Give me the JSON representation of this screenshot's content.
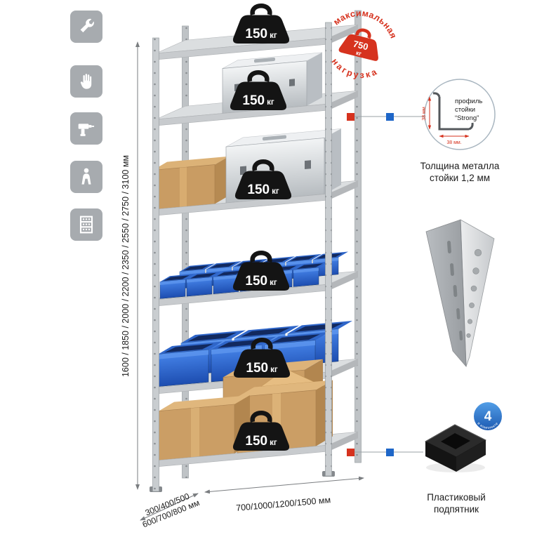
{
  "side_panel": {
    "icons": [
      "wrench",
      "work-glove",
      "drill",
      "person-height",
      "rack-unit"
    ]
  },
  "rack": {
    "shelf_count": 6,
    "weight_value": "150",
    "weight_unit": "кг"
  },
  "max_load": {
    "arc_top": "максимальная",
    "arc_bottom": "нагрузка",
    "value": "750",
    "unit": "кг"
  },
  "dimensions": {
    "height_label": "1600 / 1850 / 2000 / 2200 / 2350 / 2550 / 2750 / 3100 мм",
    "depth_line1": "300/400/500",
    "depth_line2": "600/700/800 мм",
    "width_label": "700/1000/1200/1500 мм"
  },
  "profile_callout": {
    "line1": "профиль",
    "line2": "стойки",
    "line3": "“Strong”",
    "dim_vertical": "38 мм",
    "dim_horizontal": "38 мм.",
    "caption1": "Толщина металла",
    "caption2": "стойки 1,2 мм"
  },
  "foot_callout": {
    "badge_number": "4",
    "badge_text": "в комплекте",
    "caption1": "Пластиковый",
    "caption2": "подпятник"
  },
  "colors": {
    "accent_red": "#d6321e",
    "accent_blue": "#1e66c8",
    "icon_tile_bg": "#a7abaf",
    "metal_light": "#e8eaec",
    "metal_mid": "#c9cdd0"
  }
}
